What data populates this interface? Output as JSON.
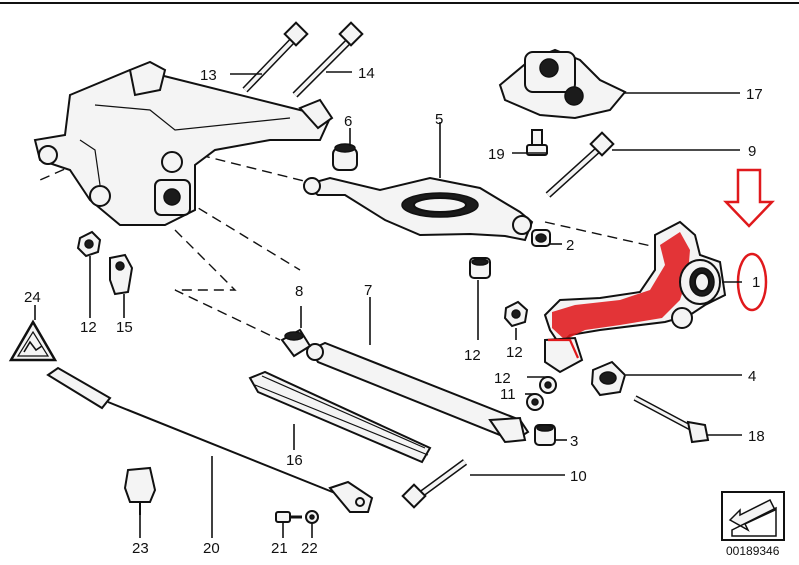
{
  "labels": {
    "l1": "1",
    "l2": "2",
    "l3": "3",
    "l4": "4",
    "l5": "5",
    "l6": "6",
    "l7": "7",
    "l8": "8",
    "l9": "9",
    "l10": "10",
    "l11": "11",
    "l12a": "12",
    "l12b": "12",
    "l12c": "12",
    "l12d": "12",
    "l13": "13",
    "l14": "14",
    "l15": "15",
    "l16": "16",
    "l17": "17",
    "l18": "18",
    "l19": "19",
    "l20": "20",
    "l21": "21",
    "l22": "22",
    "l23": "23",
    "l24": "24"
  },
  "catalog_number": "00189346",
  "highlight_color": "#e0191c",
  "icons": {
    "warning": "warning-triangle-icon",
    "arrow": "down-arrow-icon",
    "corner": "corner-arrow-icon"
  }
}
